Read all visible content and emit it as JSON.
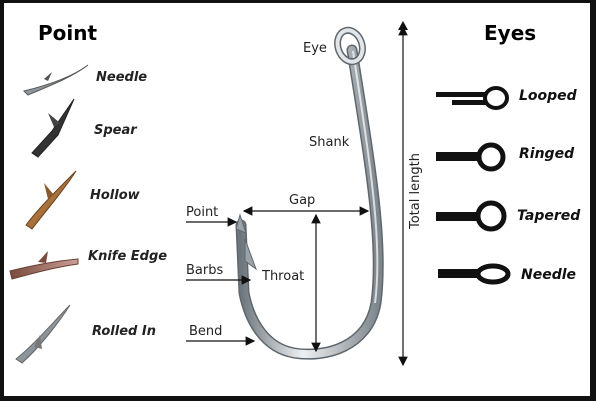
{
  "headings": {
    "point": "Point",
    "eyes": "Eyes"
  },
  "point_types": [
    "Needle",
    "Spear",
    "Hollow",
    "Knife Edge",
    "Rolled In"
  ],
  "eye_types": [
    "Looped",
    "Ringed",
    "Tapered",
    "Needle"
  ],
  "parts": {
    "eye": "Eye",
    "shank": "Shank",
    "gap": "Gap",
    "point": "Point",
    "barbs": "Barbs",
    "throat": "Throat",
    "bend": "Bend",
    "total_length": "Total length"
  },
  "colors": {
    "steel_light": "#e8ecef",
    "steel_mid": "#a9b2b8",
    "steel_dark": "#6d767c",
    "copper": "#a9713b",
    "black": "#111111"
  }
}
